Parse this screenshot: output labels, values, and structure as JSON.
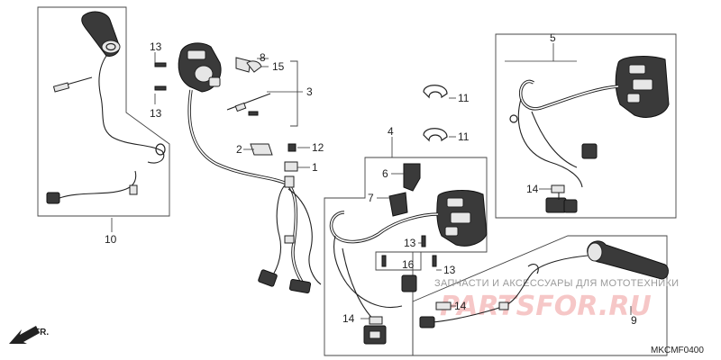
{
  "diagram": {
    "code": "MKCMF0400",
    "direction_label": "FR.",
    "watermark": {
      "caption": "ЗАПЧАСТИ И АКСЕССУАРЫ ДЛЯ МОТОТЕХНИКИ",
      "logo": "PARTSFOR.RU"
    },
    "callouts": {
      "c1": "1",
      "c2": "2",
      "c3": "3",
      "c4": "4",
      "c5": "5",
      "c6": "6",
      "c7": "7",
      "c8": "8",
      "c9": "9",
      "c10": "10",
      "c11a": "11",
      "c11b": "11",
      "c12": "12",
      "c13a": "13",
      "c13b": "13",
      "c13c": "13",
      "c13d": "13",
      "c14a": "14",
      "c14b": "14",
      "c14c": "14",
      "c15": "15",
      "c16": "16"
    }
  }
}
